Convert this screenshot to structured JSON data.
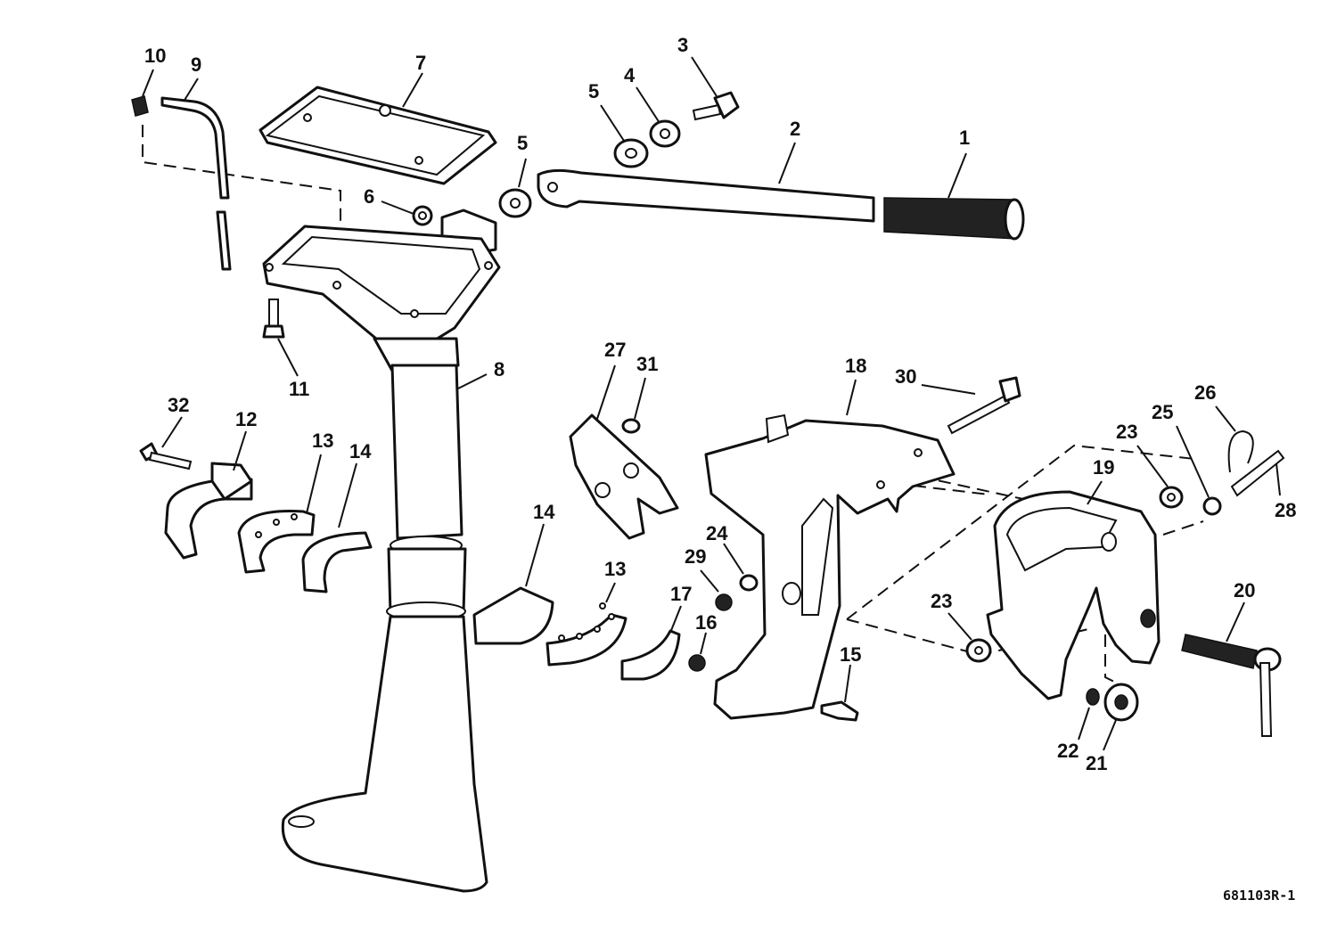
{
  "drawing_id": "681103R-1",
  "callouts": [
    "10",
    "9",
    "7",
    "3",
    "4",
    "5",
    "5",
    "2",
    "1",
    "6",
    "11",
    "8",
    "32",
    "12",
    "13",
    "14",
    "27",
    "31",
    "18",
    "30",
    "26",
    "23",
    "25",
    "28",
    "14",
    "13",
    "24",
    "29",
    "17",
    "16",
    "19",
    "20",
    "23",
    "15",
    "22",
    "21"
  ]
}
